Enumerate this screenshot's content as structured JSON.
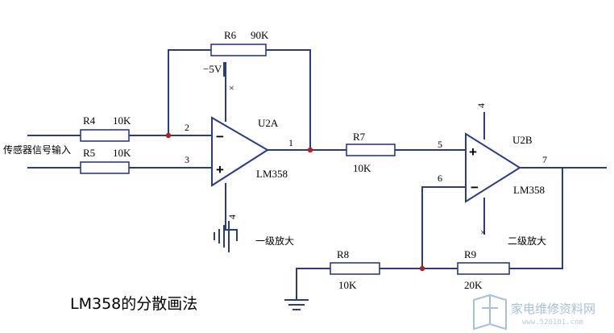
{
  "components": {
    "r4": {
      "ref": "R4",
      "value": "10K"
    },
    "r5": {
      "ref": "R5",
      "value": "10K"
    },
    "r6": {
      "ref": "R6",
      "value": "90K"
    },
    "r7": {
      "ref": "R7",
      "value": "10K"
    },
    "r8": {
      "ref": "R8",
      "value": "10K"
    },
    "r9": {
      "ref": "R9",
      "value": "20K"
    },
    "u2a": {
      "ref": "U2A",
      "part": "LM358"
    },
    "u2b": {
      "ref": "U2B",
      "part": "LM358"
    }
  },
  "pins": {
    "u2a_in_minus": "2",
    "u2a_in_plus": "3",
    "u2a_out": "1",
    "u2a_supply": "4",
    "u2b_in_plus": "5",
    "u2b_in_minus": "6",
    "u2b_out": "7",
    "u2b_supply": "4"
  },
  "signs": {
    "minus": "−",
    "plus": "+"
  },
  "supply": {
    "neg": "−5V"
  },
  "marks": {
    "nc": "×"
  },
  "labels": {
    "input": "传感器信号输入",
    "stage1": "一级放大",
    "stage2": "二级放大"
  },
  "caption": "LM358的分散画法",
  "watermark": {
    "text": "家电维修资料网",
    "url": "www.520101.com"
  },
  "colors": {
    "wire": "#2b3a8c",
    "junction": "#b02020",
    "watermark": "#a8c0d8"
  }
}
